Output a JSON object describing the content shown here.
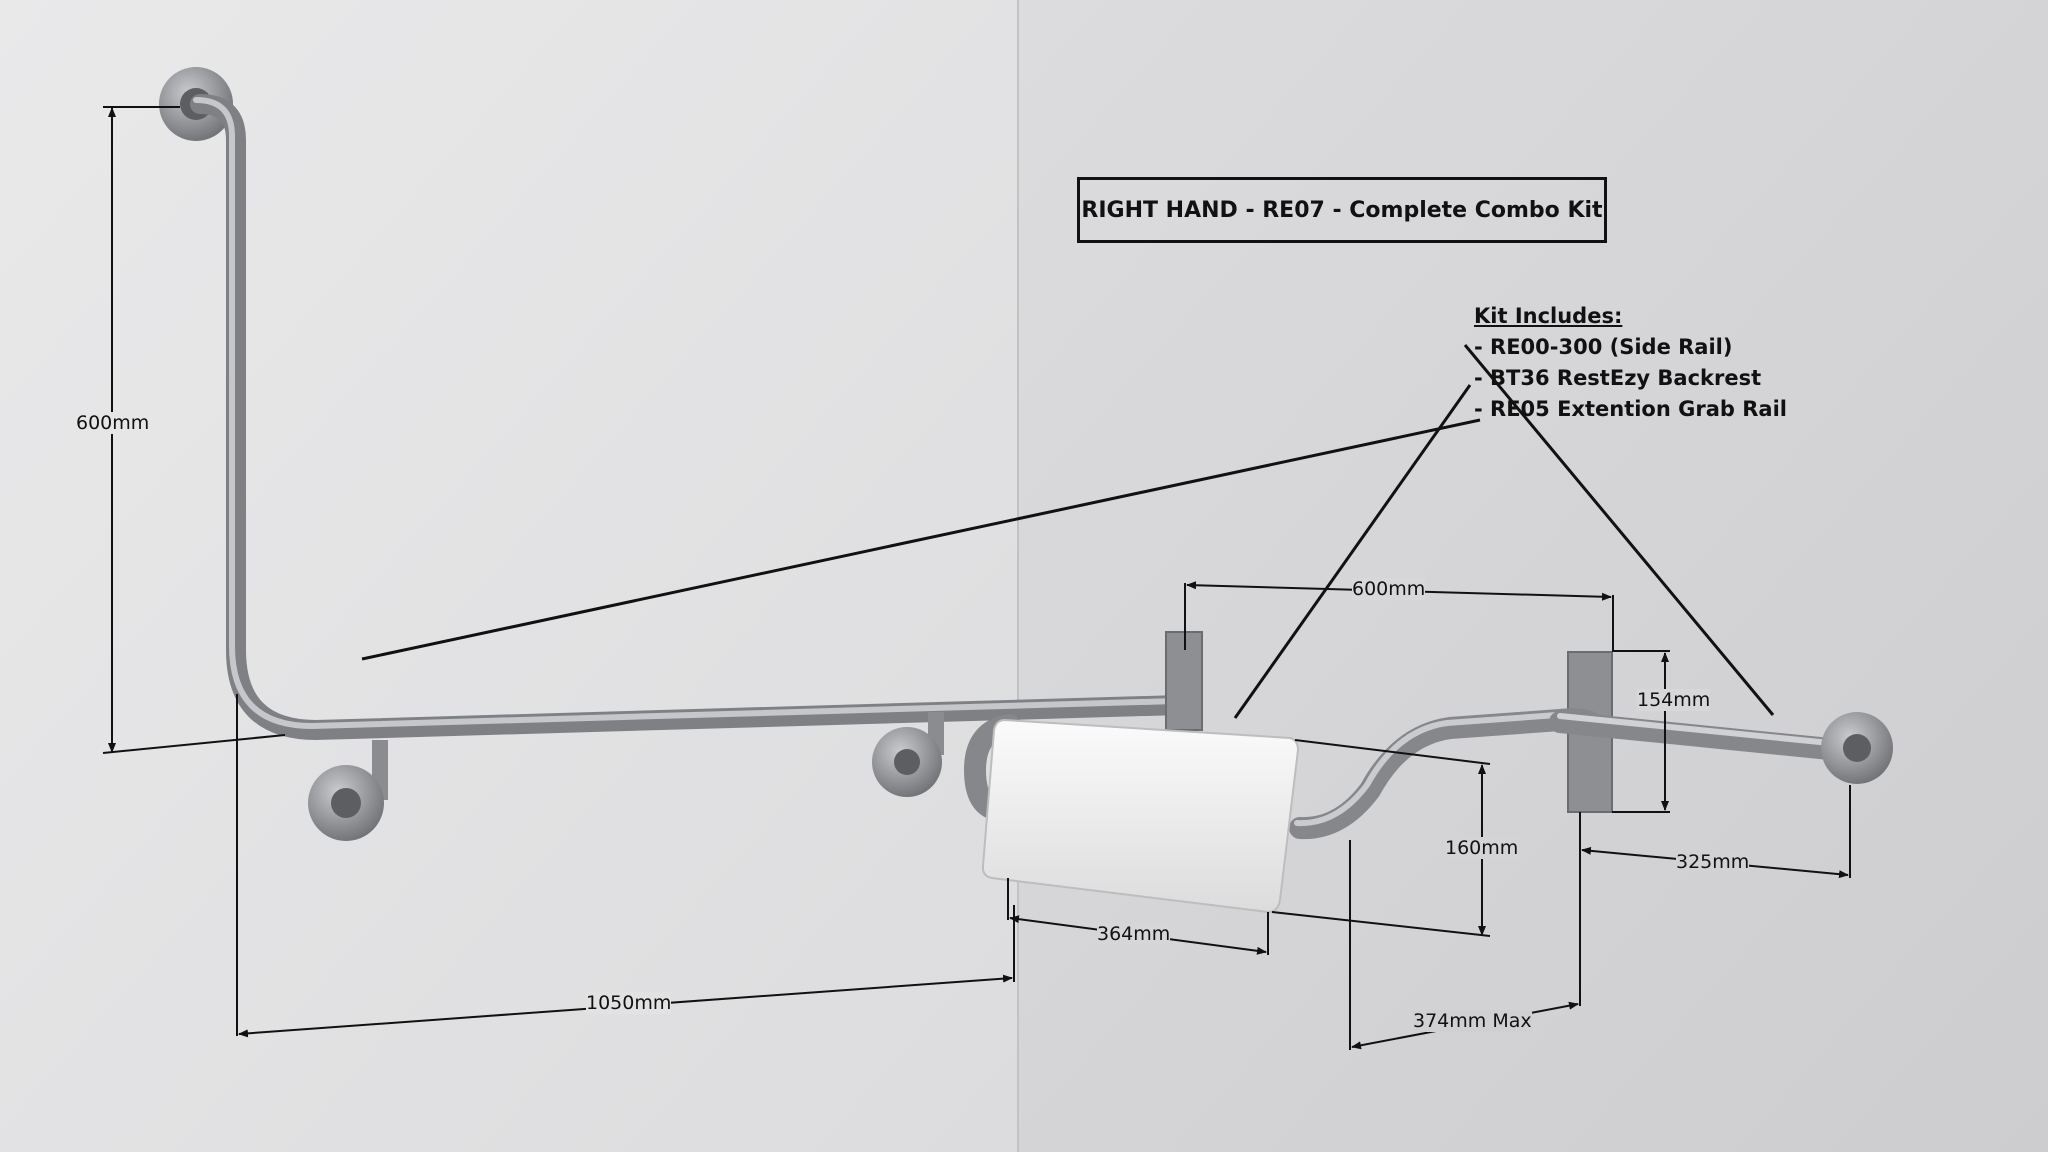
{
  "title": "RIGHT HAND - RE07 - Complete Combo Kit",
  "kit": {
    "heading": "Kit Includes:",
    "items": [
      "- RE00-300 (Side Rail)",
      "- BT36 RestEzy Backrest",
      "- RE05 Extention Grab Rail"
    ]
  },
  "dimensions": {
    "vertical_rail_height": "600mm",
    "horizontal_rail_length": "1050mm",
    "backrest_mount_spacing": "600mm",
    "backrest_width": "364mm",
    "backrest_height": "160mm",
    "mount_plate_height": "154mm",
    "grab_rail_length": "325mm",
    "projection_max": "374mm Max"
  },
  "colors": {
    "wall_left": "#e6e6e7",
    "wall_right": "#d3d3d5",
    "steel": "#9a9ca0",
    "cushion": "#f1f1f1",
    "ink": "#111111"
  }
}
